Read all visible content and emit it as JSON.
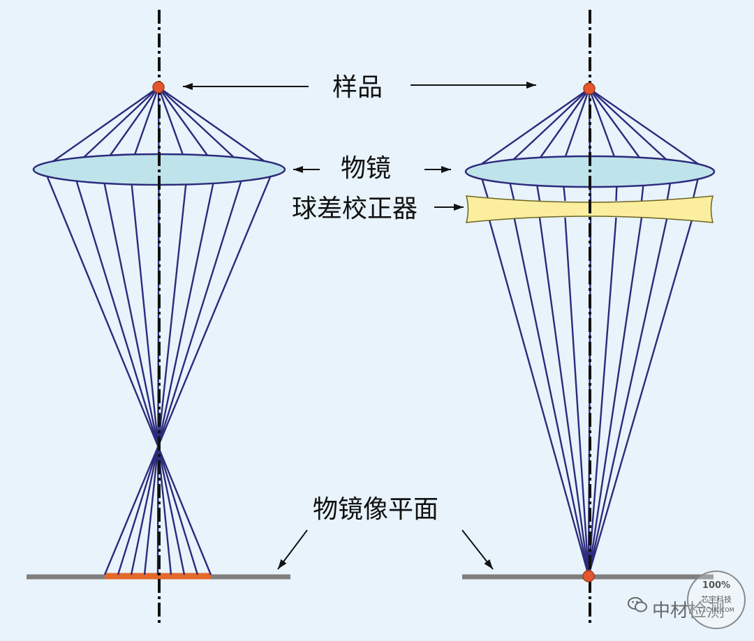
{
  "labels": {
    "sample": "样品",
    "objective": "物镜",
    "corrector": "球差校正器",
    "image_plane": "物镜像平面"
  },
  "watermark": {
    "brand": "中材检测",
    "stamp_lines": [
      "100%",
      "芯宇科技",
      "C1CXIC.COM"
    ]
  },
  "colors": {
    "background": "#e8f3fb",
    "ray": "#2c2a7c",
    "axis": "#111111",
    "sample_dot": "#e4572e",
    "lens_fill": "#bfe3ea",
    "lens_stroke": "#2c2a7c",
    "corrector_fill": "#fbef9f",
    "corrector_stroke": "#6b6420",
    "plane": "#7f7f7f",
    "blur_spot": "#e4692a",
    "arrow": "#111111"
  }
}
